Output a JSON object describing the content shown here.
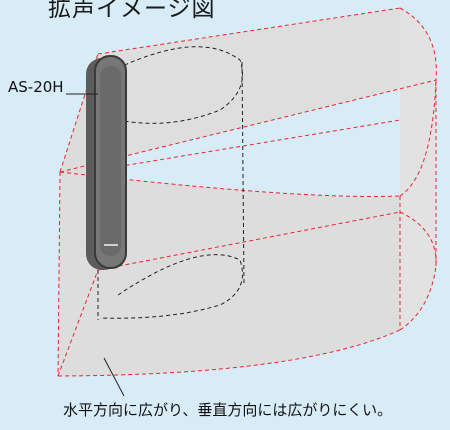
{
  "title": "拡声イメージ図",
  "model_label": "AS-20H",
  "caption": "水平方向に広がり、垂直方向には広がりにくい。",
  "colors": {
    "background": "#d8ecf8",
    "volume_fill": "#dedede",
    "volume_edge": "#e8262d",
    "speaker_body": "#6e6e6e",
    "guide_line": "#222222"
  },
  "icons": {
    "speaker": "speaker-column-icon"
  }
}
